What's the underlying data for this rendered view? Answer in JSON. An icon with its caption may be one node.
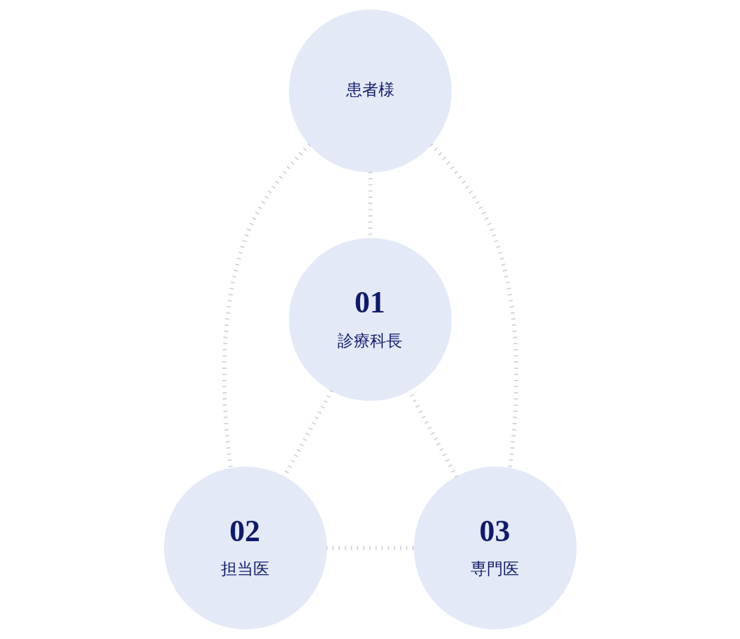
{
  "diagram": {
    "nodes": [
      {
        "text": [
          "患者様"
        ]
      },
      {
        "text": [
          "01",
          "診療科長"
        ]
      },
      {
        "text": [
          "02",
          "担当医"
        ]
      },
      {
        "text": [
          "03",
          "専門医"
        ]
      }
    ],
    "edges": [
      {
        "from": 0,
        "to": 1,
        "arrow": "none"
      },
      {
        "from": 0,
        "to": 2,
        "arrow": "none"
      },
      {
        "from": 0,
        "to": 3,
        "arrow": "none"
      },
      {
        "from": 1,
        "to": 2,
        "arrow": "none"
      },
      {
        "from": 2,
        "to": 3,
        "arrow": "none"
      },
      {
        "from": 3,
        "to": 1,
        "arrow": "none"
      }
    ]
  }
}
